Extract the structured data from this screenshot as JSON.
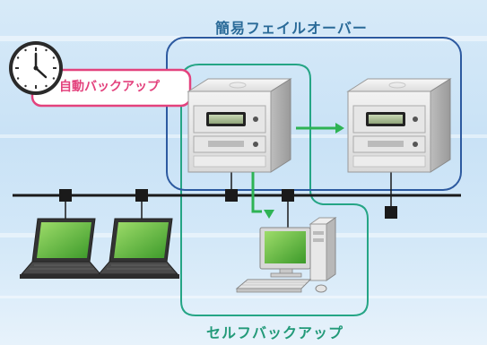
{
  "labels": {
    "failover": "簡易フェイルオーバー",
    "auto_backup": "自動バックアップ",
    "self_backup": "セルフバックアップ"
  },
  "colors": {
    "failover_frame": "#2d5aa0",
    "self_frame": "#25a585",
    "auto_backup_accent": "#e3427d",
    "arrow": "#2eb354",
    "network": "#1a1a1a"
  },
  "icons": [
    "clock-icon",
    "server-icon",
    "desktop-pc-icon",
    "laptop-icon"
  ]
}
